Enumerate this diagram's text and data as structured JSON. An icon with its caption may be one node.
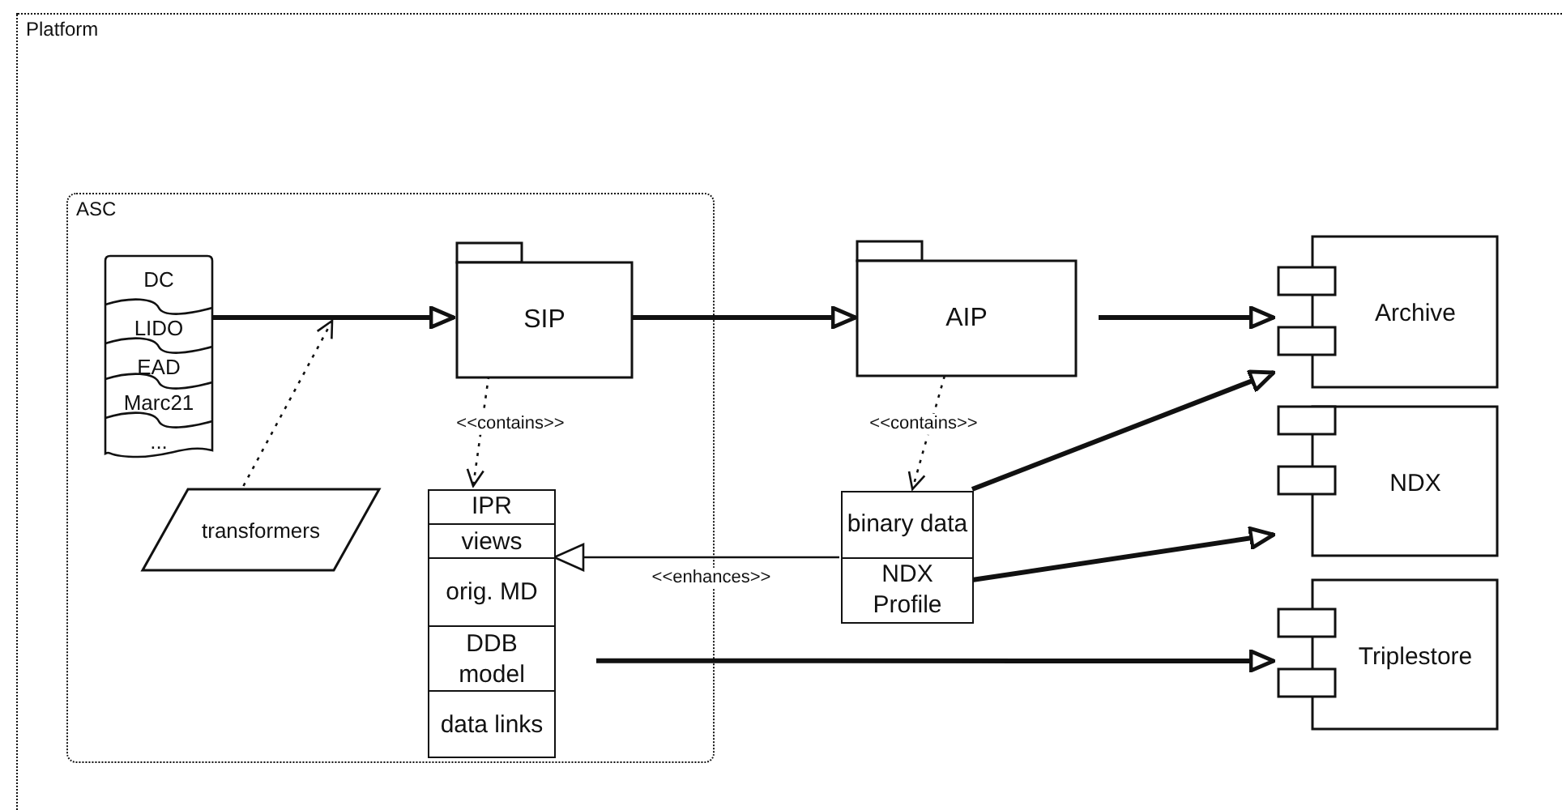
{
  "diagram": {
    "nodes": [
      {
        "text": [
          "Platform"
        ]
      },
      {
        "text": [
          "ASC"
        ],
        "in": 0
      },
      {
        "text": [
          "DC",
          "LIDO",
          "EAD",
          "Marc21",
          "..."
        ],
        "in": 1
      },
      {
        "text": [
          "SIP"
        ],
        "in": 1
      },
      {
        "text": [
          "AIP"
        ],
        "in": 0
      },
      {
        "text": [
          "transformers"
        ],
        "in": 1
      },
      {
        "text": [
          "IPR",
          "views",
          "orig. MD",
          "DDB model",
          "data links"
        ],
        "in": 1
      },
      {
        "text": [
          "binary data",
          "NDX Profile"
        ],
        "in": 0
      },
      {
        "text": [
          "Archive"
        ],
        "in": 0
      },
      {
        "text": [
          "NDX"
        ],
        "in": 0
      },
      {
        "text": [
          "Triplestore"
        ],
        "in": 0
      }
    ],
    "edges": [
      {
        "from": 2,
        "to": 3,
        "arrow": "to"
      },
      {
        "from": 3,
        "to": 4,
        "arrow": "to"
      },
      {
        "from": 4,
        "to": 8,
        "arrow": "to"
      },
      {
        "from": 3,
        "to": 6,
        "arrow": "to",
        "style": "dashed",
        "label": "<<contains>>"
      },
      {
        "from": 4,
        "to": 7,
        "arrow": "to",
        "style": "dashed",
        "label": "<<contains>>"
      },
      {
        "from": 7,
        "to": 6,
        "arrow": "to",
        "label": "<<enhances>>"
      },
      {
        "from": 7,
        "to": 8,
        "arrow": "to"
      },
      {
        "from": 7,
        "to": 9,
        "arrow": "to"
      },
      {
        "from": 6,
        "to": 10,
        "arrow": "to"
      },
      {
        "from": 5,
        "to": null,
        "arrow": "to",
        "style": "dashed"
      }
    ]
  }
}
